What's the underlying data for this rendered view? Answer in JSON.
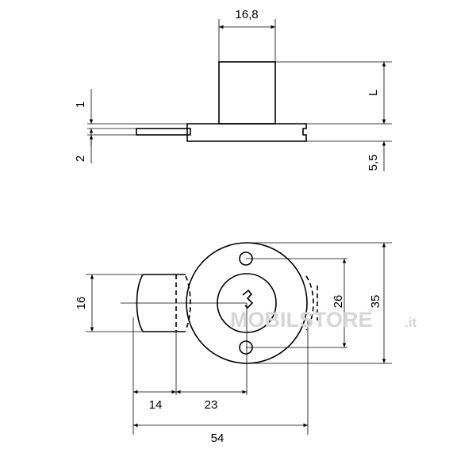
{
  "dimensions": {
    "top_width": "16,8",
    "length": "L",
    "plate_thickness": "1",
    "bolt_offset": "2",
    "flange_height": "5,5",
    "bolt_height": "16",
    "bolt_width": "14",
    "center_offset": "23",
    "overall_width": "54",
    "hole_spacing": "26",
    "body_diameter": "35"
  },
  "watermark": {
    "brand": "MOBILSTORE",
    "tld": ".it"
  }
}
